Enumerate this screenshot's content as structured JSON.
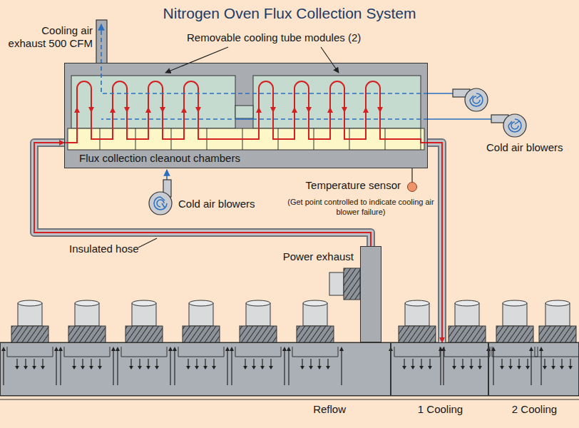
{
  "diagram": {
    "title": "Nitrogen Oven Flux Collection System",
    "nodes": [
      {
        "text": [
          "Flux collection cleanout chambers"
        ]
      },
      {
        "text": [
          "Power exhaust"
        ]
      },
      {
        "text": [
          "Temperature sensor",
          "(Get point controlled to indicate cooling air blower failure)"
        ]
      },
      {
        "text": [
          "Reflow"
        ]
      },
      {
        "text": [
          "1 Cooling"
        ]
      },
      {
        "text": [
          "2 Cooling"
        ]
      }
    ],
    "edges": [
      {
        "from": 1,
        "to": 0,
        "arrow": "to"
      },
      {
        "from": 0,
        "to": 4,
        "arrow": "to"
      },
      {
        "from": 2,
        "to": 0,
        "arrow": "none"
      }
    ],
    "labels": [
      "Cooling air exhaust 500 CFM",
      "Removable cooling tube modules (2)",
      "Cold air blowers",
      "Cold air blowers",
      "Insulated hose"
    ]
  }
}
